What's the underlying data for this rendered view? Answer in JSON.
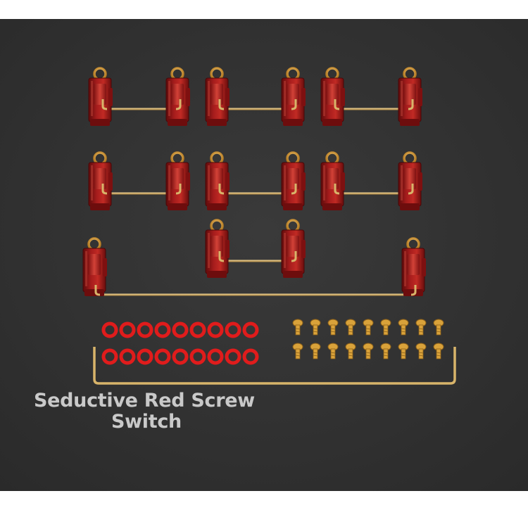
{
  "product_photo": {
    "caption_line1": "Seductive Red Screw",
    "caption_line2": "Switch",
    "colors": {
      "background": "#333333",
      "housing": "#8e1414",
      "wire": "#d8b46a",
      "washer": "#e01c1c",
      "screw": "#d9a23a"
    },
    "contents": {
      "stabilizer_pairs": 7,
      "long_stabilizer": 1,
      "washers": 18,
      "screws": 18,
      "installation_wire": 1
    }
  }
}
